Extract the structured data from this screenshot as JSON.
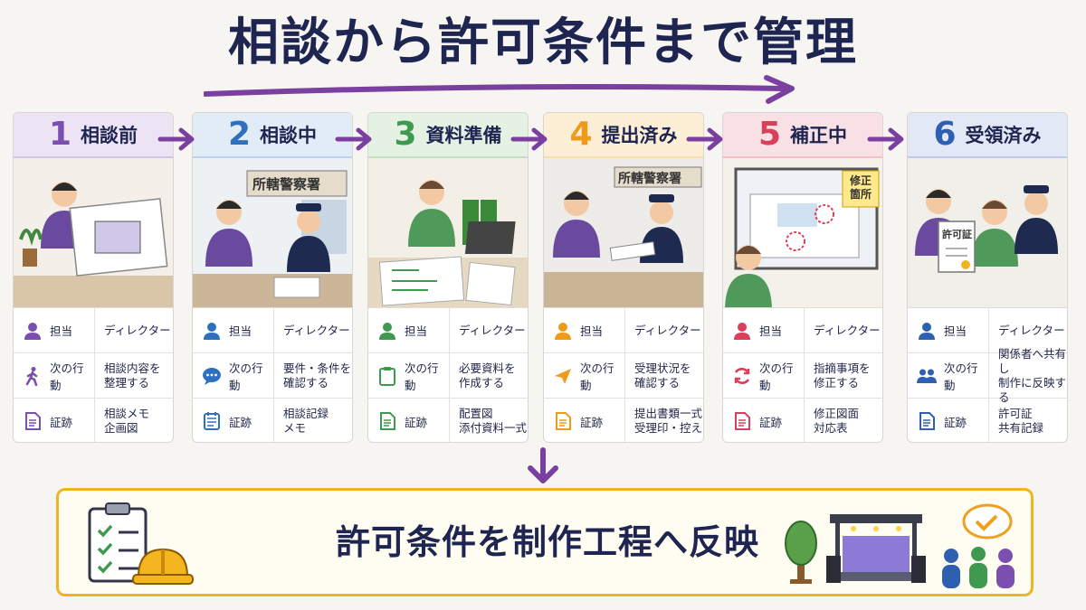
{
  "title": "相談から許可条件まで管理",
  "steps": [
    {
      "num": "1",
      "label": "相談前",
      "color": "#7a4fb0",
      "head_bg": "#ece3f5",
      "rows": [
        {
          "key": "担当",
          "value": "ディレクター"
        },
        {
          "key": "次の行動",
          "value": "相談内容を\n整理する"
        },
        {
          "key": "証跡",
          "value": "相談メモ\n企画図"
        }
      ]
    },
    {
      "num": "2",
      "label": "相談中",
      "color": "#2f6fc0",
      "head_bg": "#e2ecf7",
      "sign": "所轄警察署",
      "rows": [
        {
          "key": "担当",
          "value": "ディレクター"
        },
        {
          "key": "次の行動",
          "value": "要件・条件を\n確認する"
        },
        {
          "key": "証跡",
          "value": "相談記録\nメモ"
        }
      ]
    },
    {
      "num": "3",
      "label": "資料準備",
      "color": "#3f9a4f",
      "head_bg": "#e4f1e3",
      "rows": [
        {
          "key": "担当",
          "value": "ディレクター"
        },
        {
          "key": "次の行動",
          "value": "必要資料を\n作成する"
        },
        {
          "key": "証跡",
          "value": "配置図\n添付資料一式"
        }
      ]
    },
    {
      "num": "4",
      "label": "提出済み",
      "color": "#f09a1a",
      "head_bg": "#fcefd6",
      "sign": "所轄警察署",
      "rows": [
        {
          "key": "担当",
          "value": "ディレクター"
        },
        {
          "key": "次の行動",
          "value": "受理状況を\n確認する"
        },
        {
          "key": "証跡",
          "value": "提出書類一式\n受理印・控え"
        }
      ]
    },
    {
      "num": "5",
      "label": "補正中",
      "color": "#d9405a",
      "head_bg": "#f8e0e4",
      "note": "修正\n箇所",
      "rows": [
        {
          "key": "担当",
          "value": "ディレクター"
        },
        {
          "key": "次の行動",
          "value": "指摘事項を\n修正する"
        },
        {
          "key": "証跡",
          "value": "修正図面\n対応表"
        }
      ]
    },
    {
      "num": "6",
      "label": "受領済み",
      "color": "#2f5fb0",
      "head_bg": "#e3e8f6",
      "doc": "許可証",
      "rows": [
        {
          "key": "担当",
          "value": "ディレクター"
        },
        {
          "key": "次の行動",
          "value": "関係者へ共有し\n制作に反映する"
        },
        {
          "key": "証跡",
          "value": "許可証\n共有記録"
        }
      ]
    }
  ],
  "bottom_text": "許可条件を制作工程へ反映",
  "colors": {
    "arrow": "#7b3fa0",
    "bottom_border": "#f0b323",
    "title": "#1e2550"
  },
  "icons": [
    "person-icon",
    "walk-icon",
    "chat-icon",
    "clipboard-icon",
    "send-icon",
    "refresh-icon",
    "group-icon",
    "document-icon",
    "calendar-icon"
  ]
}
